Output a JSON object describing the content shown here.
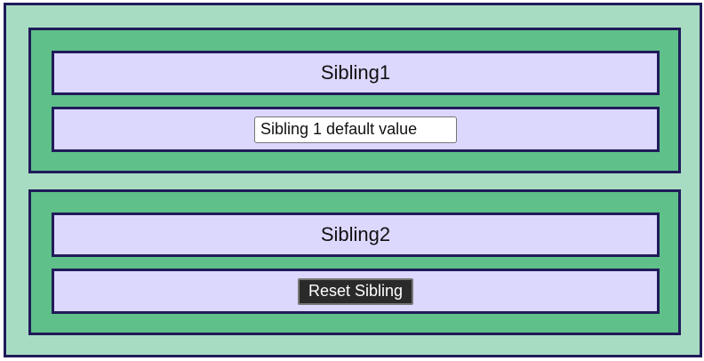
{
  "sibling1": {
    "title": "Sibling1",
    "input_value": "Sibling 1 default value"
  },
  "sibling2": {
    "title": "Sibling2",
    "button_label": "Reset Sibling"
  },
  "colors": {
    "outer_bg": "#a8dcc2",
    "panel_bg": "#5fc089",
    "row_bg": "#dcd7fd",
    "border": "#201b5a",
    "button_bg": "#2a2a2a"
  }
}
